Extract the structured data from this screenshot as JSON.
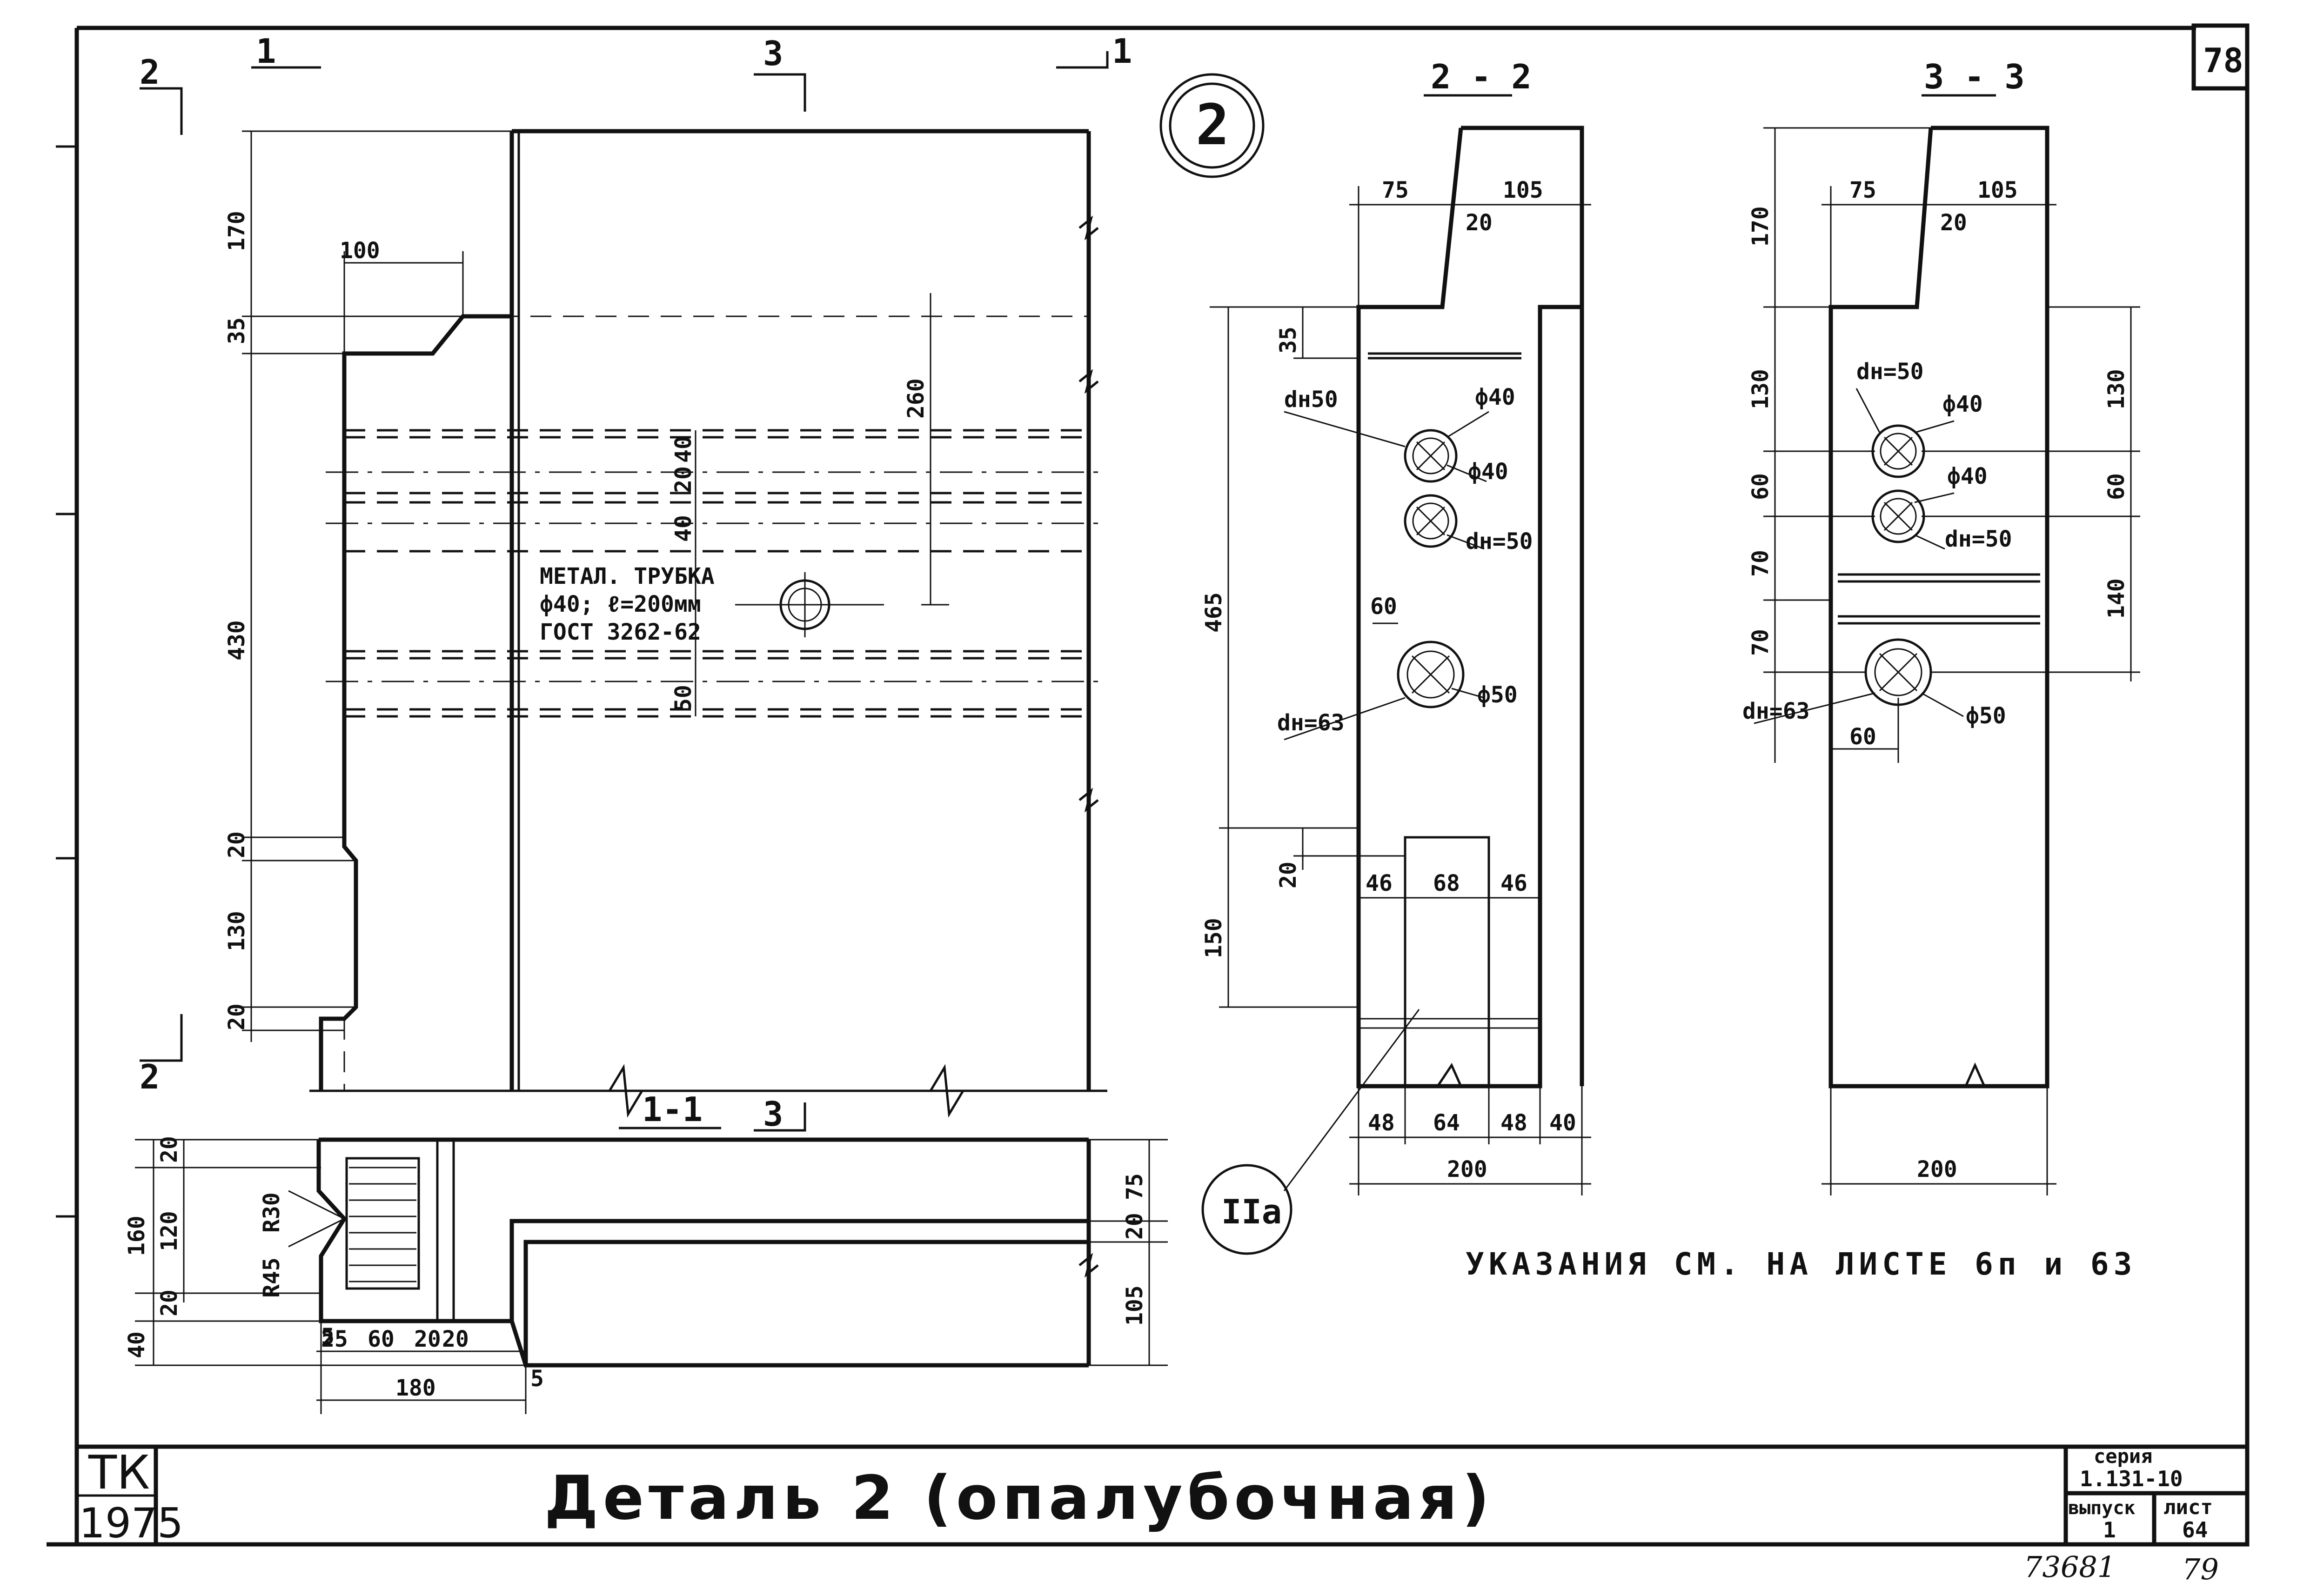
{
  "drawing": {
    "sheet_corner_number": "78",
    "detail_circle_label": "2",
    "section_marks": {
      "cut_2_left": "2",
      "cut_1_left": "1",
      "cut_3_top": "3",
      "cut_1_right": "1",
      "cut_2_bottom": "2",
      "cut_3_bottom": "3"
    },
    "plan_view": {
      "top_dims": {
        "notch_width": "100"
      },
      "left_dims": {
        "h170": "170",
        "h35": "35",
        "h430": "430",
        "h20a": "20",
        "h130": "130",
        "h20b": "20"
      },
      "right_dims": {
        "h260": "260"
      },
      "pipe_spacing": {
        "d40a": "40",
        "d20": "20",
        "d40b": "40",
        "d50": "50"
      },
      "pipe_note": {
        "line1": "МЕТАЛ. ТРУБКА",
        "line2": "ф40; ℓ=200мм",
        "line3": "ГОСТ 3262-62"
      }
    },
    "section_1_1": {
      "title": "1-1",
      "left_dims": {
        "d160": "160",
        "d120": "120",
        "d20a": "20",
        "d20b": "20",
        "d40": "40"
      },
      "radii": {
        "r30": "R30",
        "r45": "R45"
      },
      "bottom_dims": {
        "d25": "25",
        "d60": "60",
        "d20a": "20",
        "d20b": "20",
        "d180": "180",
        "d5a": "5",
        "d5b": "5"
      },
      "right_dims": {
        "d75": "75",
        "d20": "20",
        "d105": "105"
      }
    },
    "section_2_2": {
      "title": "2 - 2",
      "top_dims": {
        "d75": "75",
        "d105": "105",
        "d20": "20"
      },
      "left_dims": {
        "d35": "35",
        "d465": "465",
        "d150": "150",
        "d20": "20"
      },
      "holes": {
        "dn50_a": "dн50",
        "phi40_a": "ф40",
        "phi40_b": "ф40",
        "dn50_b": "dн=50",
        "d60": "60",
        "dn63": "dн=63",
        "phi50": "ф50"
      },
      "mid_dims": {
        "d46a": "46",
        "d68": "68",
        "d46b": "46"
      },
      "bottom_dims": {
        "d48a": "48",
        "d64": "64",
        "d48b": "48",
        "d40": "40",
        "d200": "200"
      },
      "node_label": "IIа"
    },
    "section_3_3": {
      "title": "3 - 3",
      "top_dims": {
        "d75": "75",
        "d105": "105",
        "d20": "20"
      },
      "left_dims": {
        "d170": "170",
        "d130": "130",
        "d60": "60",
        "d70a": "70",
        "d70b": "70"
      },
      "right_dims": {
        "d130": "130",
        "d60": "60",
        "d140": "140"
      },
      "holes": {
        "dn50_a": "dн=50",
        "phi40_a": "ф40",
        "phi40_b": "ф40",
        "dn50_b": "dн=50",
        "dn63": "dн=63",
        "d60": "60",
        "phi50": "ф50"
      },
      "bottom_dims": {
        "d200": "200"
      }
    },
    "note": "УКАЗАНИЯ   СМ. НА ЛИСТЕ  6п и 63"
  },
  "title_block": {
    "stamp_line1": "ТК",
    "stamp_line2": "1975",
    "title": "Деталь 2 (опалубочная)",
    "series_label": "серия",
    "series_value": "1.131-10",
    "issue_label": "выпуск",
    "issue_value": "1",
    "sheet_label": "лист",
    "sheet_value": "64",
    "hand_number_1": "73681",
    "hand_number_2": "79"
  }
}
